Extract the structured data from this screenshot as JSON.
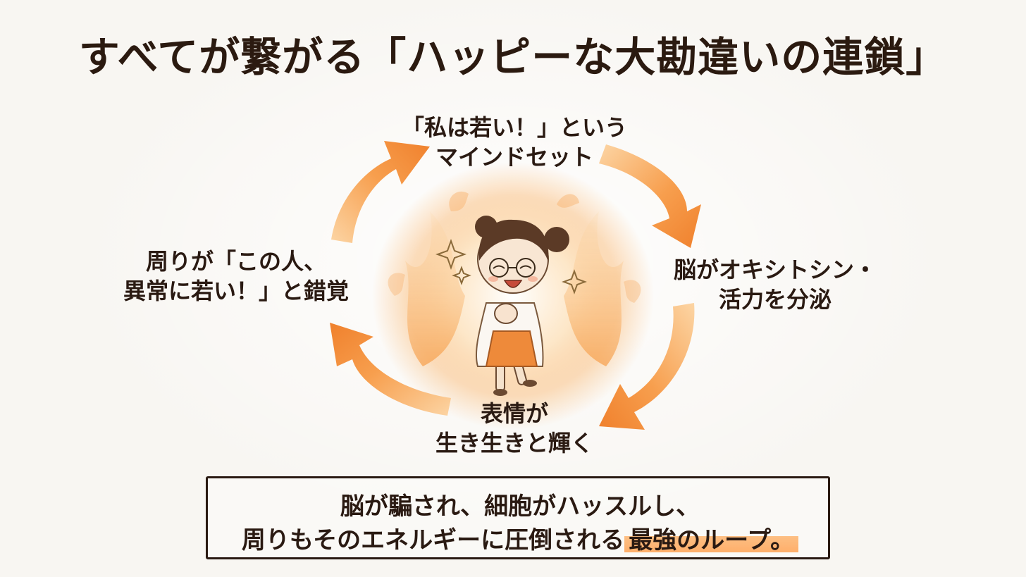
{
  "title": "すべてが繋がる「ハッピーな大勘違いの連鎖」",
  "cycle": {
    "top": {
      "line1": "「私は若い！」という",
      "line2": "マインドセット"
    },
    "right": {
      "line1": "脳がオキシトシン・",
      "line2": "活力を分泌"
    },
    "bottom": {
      "line1": "表情が",
      "line2": "生き生きと輝く"
    },
    "left": {
      "line1": "周りが「この人、",
      "line2": "異常に若い！」と錯覚"
    }
  },
  "summary": {
    "line1": "脳が騙され、細胞がハッスルし、",
    "line2_prefix": "周りもそのエネルギーに圧倒される",
    "line2_highlight": "最強のループ。"
  },
  "colors": {
    "arrow_orange": "#f08a2c",
    "arrow_light": "#fbc27a",
    "highlight": "#ffa046",
    "text": "#2a1a12"
  },
  "icons": [
    "sparkle-icon",
    "character-illustration",
    "cycle-arrow-icon"
  ]
}
